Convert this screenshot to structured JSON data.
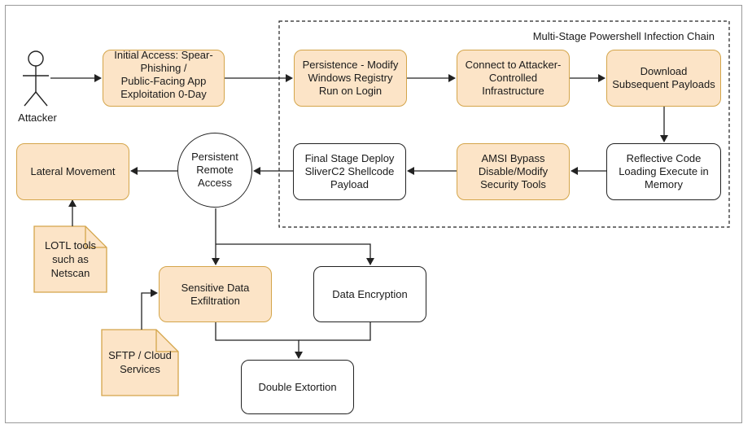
{
  "group": {
    "title": "Multi-Stage Powershell Infection Chain"
  },
  "actor": {
    "label": "Attacker"
  },
  "nodes": {
    "initial_access": "Initial Access: Spear-Phishing /\nPublic-Facing App\nExploitation 0-Day",
    "persistence": "Persistence - Modify\nWindows Registry\nRun on Login",
    "connect": "Connect to Attacker-\nControlled\nInfrastructure",
    "download": "Download\nSubsequent Payloads",
    "reflective": "Reflective Code\nLoading Execute in\nMemory",
    "amsi": "AMSI Bypass\nDisable/Modify\nSecurity Tools",
    "final_stage": "Final Stage Deploy\nSliverC2 Shellcode\nPayload",
    "persistent_access": "Persistent\nRemote\nAccess",
    "lateral": "Lateral Movement",
    "exfiltration": "Sensitive Data\nExfiltration",
    "encryption": "Data Encryption",
    "extortion": "Double Extortion"
  },
  "notes": {
    "lotl": "LOTL tools\nsuch as\nNetscan",
    "sftp": "SFTP / Cloud\nServices"
  },
  "colors": {
    "highlight_fill": "#fce4c7",
    "highlight_border": "#d4a54a",
    "default_fill": "#ffffff",
    "stroke": "#222222"
  }
}
